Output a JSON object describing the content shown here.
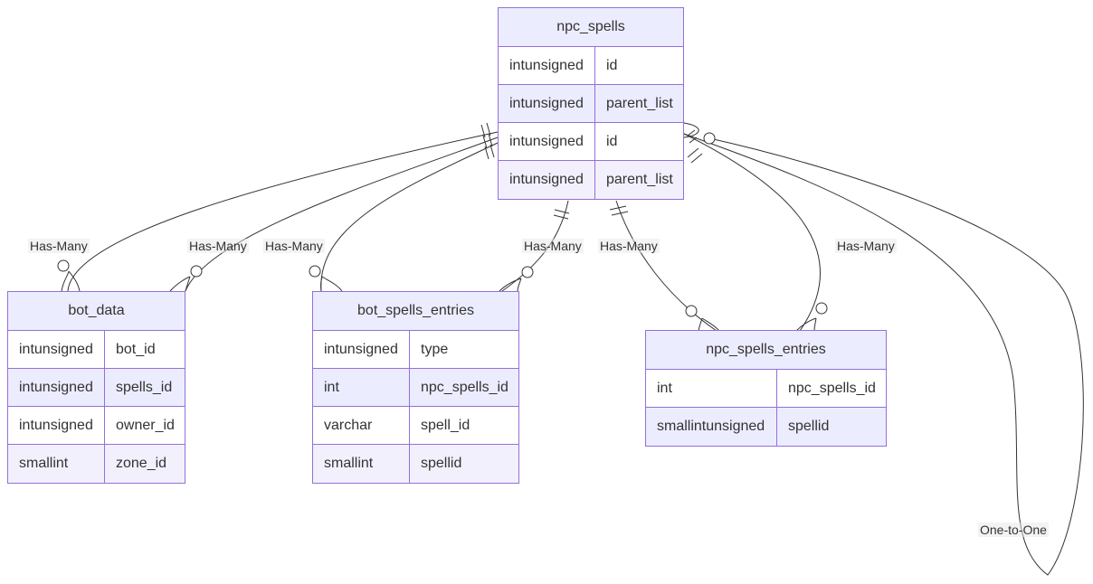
{
  "diagram": {
    "entities": {
      "npc_spells": {
        "name": "npc_spells",
        "attributes": [
          {
            "type": "intunsigned",
            "name": "id"
          },
          {
            "type": "intunsigned",
            "name": "parent_list"
          },
          {
            "type": "intunsigned",
            "name": "id"
          },
          {
            "type": "intunsigned",
            "name": "parent_list"
          }
        ]
      },
      "bot_data": {
        "name": "bot_data",
        "attributes": [
          {
            "type": "intunsigned",
            "name": "bot_id"
          },
          {
            "type": "intunsigned",
            "name": "spells_id"
          },
          {
            "type": "intunsigned",
            "name": "owner_id"
          },
          {
            "type": "smallint",
            "name": "zone_id"
          }
        ]
      },
      "bot_spells_entries": {
        "name": "bot_spells_entries",
        "attributes": [
          {
            "type": "intunsigned",
            "name": "type"
          },
          {
            "type": "int",
            "name": "npc_spells_id"
          },
          {
            "type": "varchar",
            "name": "spell_id"
          },
          {
            "type": "smallint",
            "name": "spellid"
          }
        ]
      },
      "npc_spells_entries": {
        "name": "npc_spells_entries",
        "attributes": [
          {
            "type": "int",
            "name": "npc_spells_id"
          },
          {
            "type": "smallintunsigned",
            "name": "spellid"
          }
        ]
      }
    },
    "relationships": [
      {
        "label": "Has-Many"
      },
      {
        "label": "Has-Many"
      },
      {
        "label": "Has-Many"
      },
      {
        "label": "Has-Many"
      },
      {
        "label": "Has-Many"
      },
      {
        "label": "Has-Many"
      },
      {
        "label": "One-to-One"
      }
    ]
  }
}
